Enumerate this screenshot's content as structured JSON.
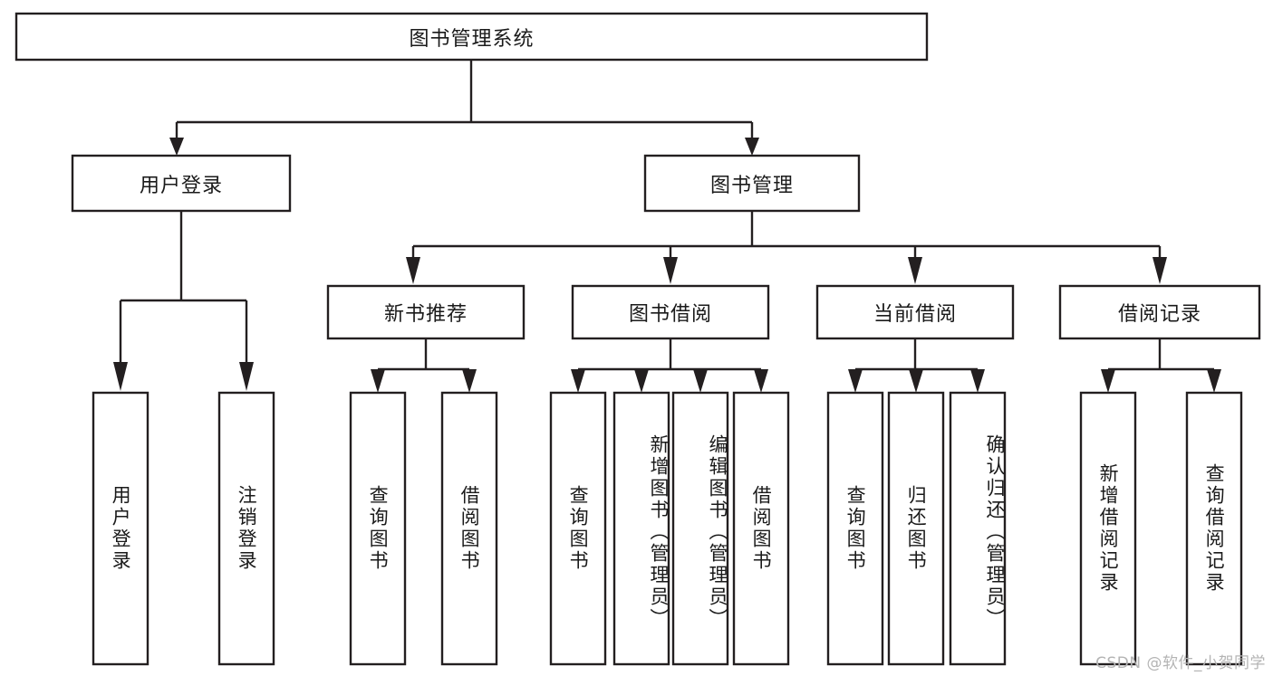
{
  "diagram": {
    "type": "tree",
    "title": "图书管理系统",
    "orientation": "top-down",
    "colors": {
      "stroke": "#231f20",
      "box_fill": "#ffffff",
      "text": "#1a1a1a",
      "background": "#ffffff",
      "watermark": "#b4b4b4"
    },
    "root": {
      "id": "root",
      "label": "图书管理系统",
      "text_direction": "horizontal"
    },
    "level2": [
      {
        "id": "user-login",
        "label": "用户登录",
        "text_direction": "horizontal"
      },
      {
        "id": "book-manage",
        "label": "图书管理",
        "text_direction": "horizontal"
      }
    ],
    "level3": [
      {
        "id": "new-book-recommend",
        "label": "新书推荐",
        "parent": "book-manage",
        "text_direction": "horizontal"
      },
      {
        "id": "book-borrow",
        "label": "图书借阅",
        "parent": "book-manage",
        "text_direction": "horizontal"
      },
      {
        "id": "current-borrow",
        "label": "当前借阅",
        "parent": "book-manage",
        "text_direction": "horizontal"
      },
      {
        "id": "borrow-record",
        "label": "借阅记录",
        "parent": "book-manage",
        "text_direction": "horizontal"
      }
    ],
    "leaves": [
      {
        "id": "leaf-user-login",
        "label": "用户登录",
        "parent": "user-login",
        "text_direction": "vertical"
      },
      {
        "id": "leaf-logout-login",
        "label": "注销登录",
        "parent": "user-login",
        "text_direction": "vertical"
      },
      {
        "id": "leaf-query-book-1",
        "label": "查询图书",
        "parent": "new-book-recommend",
        "text_direction": "vertical"
      },
      {
        "id": "leaf-borrow-book-1",
        "label": "借阅图书",
        "parent": "new-book-recommend",
        "text_direction": "vertical"
      },
      {
        "id": "leaf-query-book-2",
        "label": "查询图书",
        "parent": "book-borrow",
        "text_direction": "vertical"
      },
      {
        "id": "leaf-add-book",
        "label": "新增图书（管理员）",
        "parent": "book-borrow",
        "text_direction": "vertical"
      },
      {
        "id": "leaf-edit-book",
        "label": "编辑图书（管理员）",
        "parent": "book-borrow",
        "text_direction": "vertical"
      },
      {
        "id": "leaf-borrow-book-2",
        "label": "借阅图书",
        "parent": "book-borrow",
        "text_direction": "vertical"
      },
      {
        "id": "leaf-query-book-3",
        "label": "查询图书",
        "parent": "current-borrow",
        "text_direction": "vertical"
      },
      {
        "id": "leaf-return-book",
        "label": "归还图书",
        "parent": "current-borrow",
        "text_direction": "vertical"
      },
      {
        "id": "leaf-confirm-return",
        "label": "确认归还（管理员）",
        "parent": "current-borrow",
        "text_direction": "vertical"
      },
      {
        "id": "leaf-add-record",
        "label": "新增借阅记录",
        "parent": "borrow-record",
        "text_direction": "vertical"
      },
      {
        "id": "leaf-query-record",
        "label": "查询借阅记录",
        "parent": "borrow-record",
        "text_direction": "vertical"
      }
    ]
  },
  "watermark": {
    "text": "CSDN @软件_小贺同学"
  }
}
